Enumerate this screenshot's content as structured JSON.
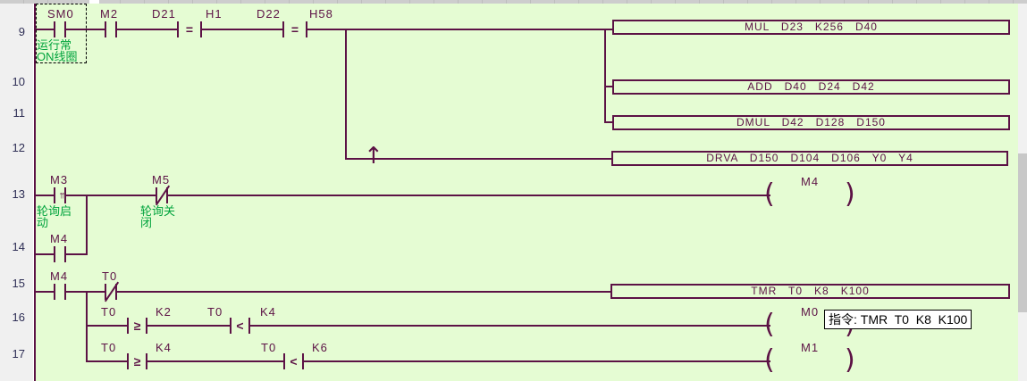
{
  "colors": {
    "line": "#5C1245",
    "comment_green": "#00A33C",
    "ladder_background": "#E5FCD3",
    "gutter_background": "#F0F0F0",
    "tooltip_background": "#FFFFFF",
    "scrollbar_thumb": "#C8C8C8"
  },
  "row_numbers": [
    "9",
    "10",
    "11",
    "12",
    "13",
    "14",
    "15",
    "16",
    "17"
  ],
  "rung9": {
    "contact_sm0": "SM0",
    "comment_sm0": "运行常\nON线圈",
    "contact_m2": "M2",
    "cmp1_left": "D21",
    "cmp1_op": "=",
    "cmp1_right": "H1",
    "cmp2_left": "D22",
    "cmp2_op": "=",
    "cmp2_right": "H58",
    "instr_mul": "MUL   D23   K256   D40",
    "instr_add": "ADD   D40   D24   D42",
    "instr_dmul": "DMUL   D42   D128   D150"
  },
  "rung12": {
    "branch_arrow": "↑",
    "instr_drva": "DRVA   D150   D104   D106   Y0   Y4"
  },
  "rung13": {
    "contact_m3": "M3",
    "edge_symbol": "↑↑",
    "comment_m3": "轮询启\n动",
    "contact_m5": "M5",
    "comment_m5": "轮询关\n闭",
    "coil": "M4"
  },
  "rung14": {
    "contact_m4": "M4"
  },
  "rung15": {
    "contact_m4": "M4",
    "contact_t0": "T0",
    "instr_tmr": "TMR   T0   K8   K100"
  },
  "rung16": {
    "cmp1_left": "T0",
    "cmp1_op": "≥",
    "cmp1_right": "K2",
    "cmp2_left": "T0",
    "cmp2_op": "<",
    "cmp2_right": "K4",
    "coil": "M0"
  },
  "rung17": {
    "cmp1_left": "T0",
    "cmp1_op": "≥",
    "cmp1_right": "K4",
    "cmp2_left": "T0",
    "cmp2_op": "<",
    "cmp2_right": "K6",
    "coil": "M1"
  },
  "tooltip": {
    "text": "指令: TMR  T0  K8  K100"
  },
  "coil_open": "(",
  "coil_close": ")"
}
